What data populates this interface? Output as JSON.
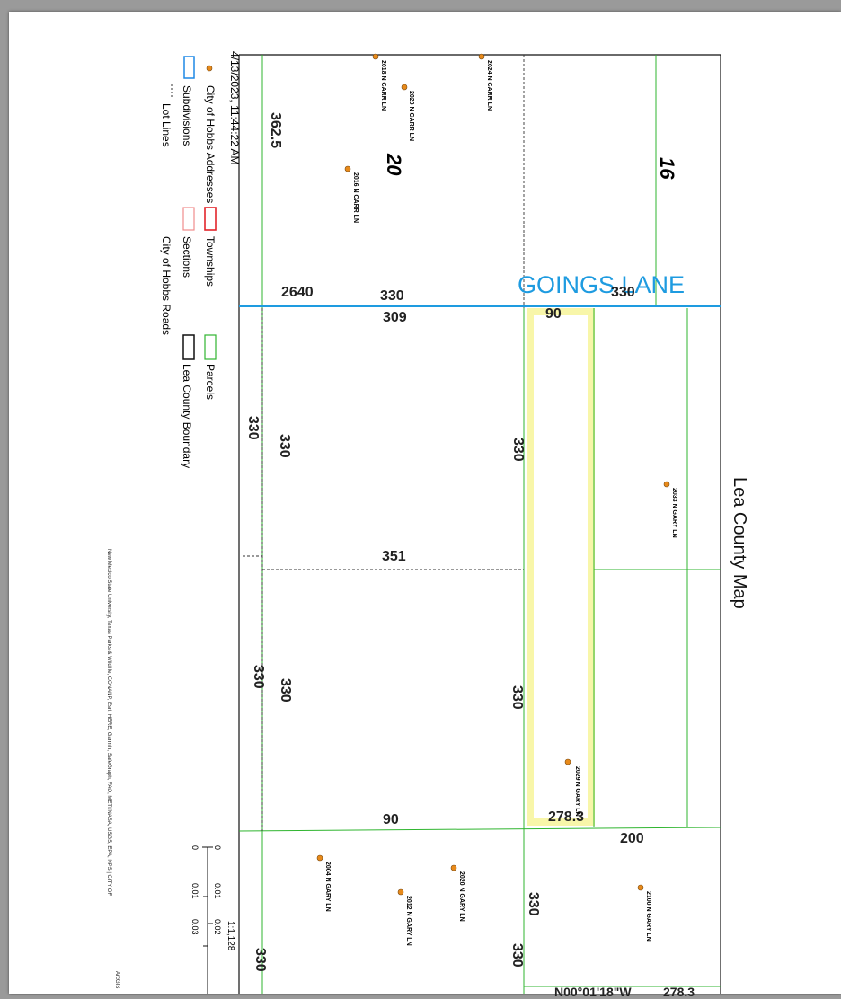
{
  "title": "Lea County Map",
  "timestamp": "4/13/2023, 11:44:22 AM",
  "legend": {
    "city_addresses": "City of Hobbs Addresses",
    "subdivisions": "Subdivisions",
    "lot_lines": "Lot Lines",
    "townships": "Townships",
    "sections": "Sections",
    "city_roads": "City of Hobbs Roads",
    "parcels": "Parcels",
    "county_boundary": "Lea County Boundary"
  },
  "road_label": "GOINGS LANE",
  "section_numbers": [
    "16",
    "20"
  ],
  "dimensions": [
    "2640",
    "330",
    "330",
    "362.5",
    "90",
    "309",
    "330",
    "330",
    "330",
    "351",
    "330",
    "330",
    "330",
    "90",
    "278.3",
    "200",
    "330",
    "330",
    "330",
    "N00°01'18\"W",
    "278.3"
  ],
  "addresses": [
    "2018 N CARR LN",
    "2020 N CARR LN",
    "2024 N CARR LN",
    "2016 N CARR LN",
    "2033 N GARY LN",
    "2029 N GARY LN",
    "2004 N GARY LN",
    "2012 N GARY LN",
    "2020 N GARY LN",
    "2100 N GARY LN"
  ],
  "scale": {
    "ratio": "1:1,128",
    "ticks_top": [
      "0",
      "0.01",
      "0.02"
    ],
    "ticks_bottom": [
      "0",
      "0.01",
      "0.03"
    ]
  },
  "attribution": "New Mexico State University, Texas Parks & Wildlife, CONANP, Esri, HERE, Garmin, SafeGraph, FAO, METI/NASA, USGS, EPA, NPS | CITY OF",
  "brand": "ArcGIS",
  "colors": {
    "road": "#1e9be0",
    "parcels": "#2fb52f",
    "townships": "#e2252b",
    "sections": "#f08c8c",
    "subdivisions": "#1e88e5",
    "address_dot": "#e88a1a",
    "highlight": "#f7f49a"
  }
}
